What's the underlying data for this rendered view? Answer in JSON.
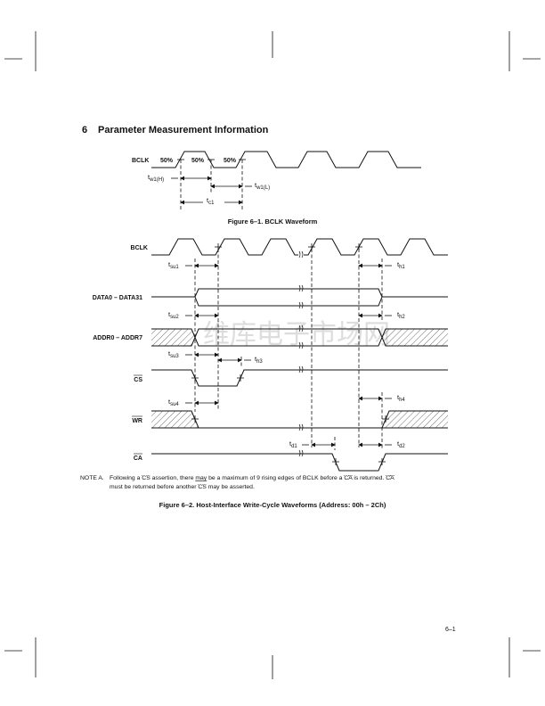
{
  "section": {
    "number": "6",
    "title": "Parameter Measurement Information"
  },
  "figure1": {
    "signal": "BCLK",
    "pct": [
      "50%",
      "50%",
      "50%"
    ],
    "tw1h": {
      "t": "t",
      "sub": "w1(H)"
    },
    "tw1l": {
      "t": "t",
      "sub": "w1(L)"
    },
    "tc1": {
      "t": "t",
      "sub": "c1"
    },
    "caption": "Figure 6–1.  BCLK Waveform"
  },
  "figure2": {
    "signals": {
      "bclk": "BCLK",
      "data": "DATA0 – DATA31",
      "addr": "ADDR0 – ADDR7",
      "cs": "CS",
      "wr": "WR",
      "ca": "CA"
    },
    "timing": {
      "tsu1": "su1",
      "th1": "h1",
      "tsu2": "su2",
      "th2": "h2",
      "tsu3": "su3",
      "th3": "h3",
      "tsu4": "su4",
      "th4": "h4",
      "td1": "d1",
      "td2": "d2",
      "t": "t"
    },
    "note_label": "NOTE A.",
    "note_parts": [
      "Following a ",
      "CS",
      " assertion, there ",
      "may",
      " be a maximum of 9 rising edges of BCLK before a ",
      "CA",
      " is returned. ",
      "CA"
    ],
    "note_line2": [
      "must be returned before another ",
      "CS",
      " may be asserted."
    ],
    "caption": "Figure 6–2.  Host-Interface Write-Cycle Waveforms (Address: 00h – 2Ch)"
  },
  "watermark": "维库电子市场网",
  "page_number": "6–1"
}
